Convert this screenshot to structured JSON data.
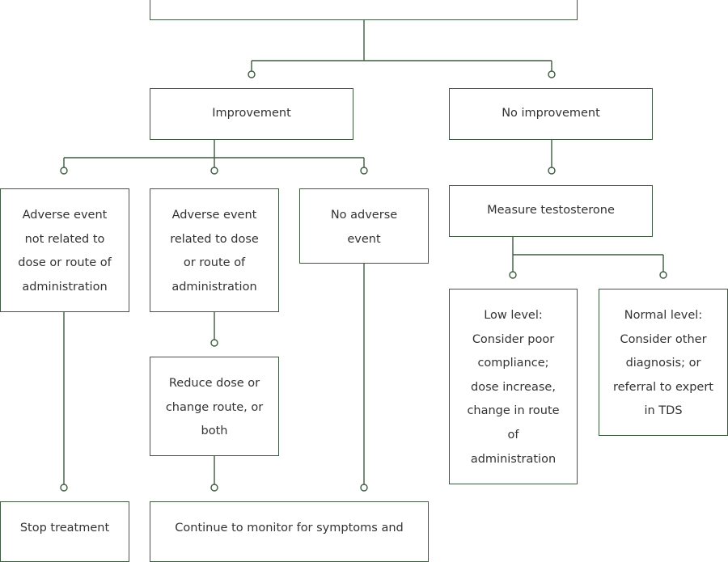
{
  "nodes": {
    "top": "",
    "improvement": "Improvement",
    "no_improvement": "No improvement",
    "adverse_not_related": "Adverse event not related to dose or route of administration",
    "adverse_related": "Adverse event related to dose or route of administration",
    "no_adverse": "No adverse event",
    "measure_testosterone": "Measure testosterone",
    "low_level": "Low level: Consider poor compliance; dose increase, change in route of administration",
    "normal_level": "Normal level: Consider other diagnosis; or referral to expert in TDS",
    "reduce_dose": "Reduce dose or change route, or both",
    "stop_treatment": "Stop treatment",
    "continue_monitor": "Continue to monitor for symptoms and"
  },
  "lines": {
    "adverse_not_related": [
      "Adverse event",
      "not related to",
      "dose or route of",
      "administration"
    ],
    "adverse_related": [
      "Adverse event",
      "related to dose",
      "or route of",
      "administration"
    ],
    "no_adverse": [
      "No adverse",
      "event"
    ],
    "low_level": [
      "Low level:",
      "Consider poor",
      "compliance;",
      "dose increase,",
      "change in route",
      "of",
      "administration"
    ],
    "normal_level": [
      "Normal level:",
      "Consider other",
      "diagnosis; or",
      "referral to expert",
      "in TDS"
    ],
    "reduce_dose": [
      "Reduce dose or",
      "change route, or",
      "both"
    ]
  },
  "colors": {
    "line": "#3e5b41",
    "text": "#333333",
    "background": "#ffffff"
  }
}
